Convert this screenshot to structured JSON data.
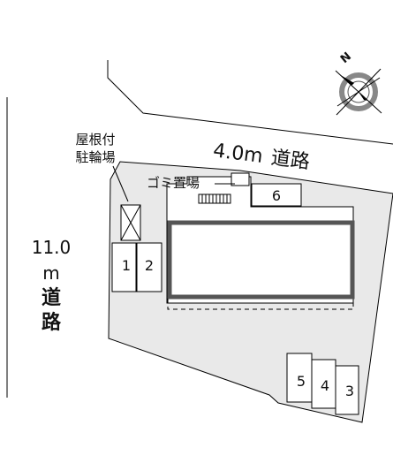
{
  "roads": {
    "north_width": "4.0m",
    "north_name": "道路",
    "west_width": "11.0",
    "west_unit": "m",
    "west_name_1": "道",
    "west_name_2": "路"
  },
  "facilities": {
    "covered_bike_parking_line1": "屋根付",
    "covered_bike_parking_line2": "駐輪場",
    "garbage_area": "ゴミ置場"
  },
  "parking_spaces": [
    "1",
    "2",
    "3",
    "4",
    "5",
    "6"
  ],
  "compass": {
    "north_label": "N"
  }
}
